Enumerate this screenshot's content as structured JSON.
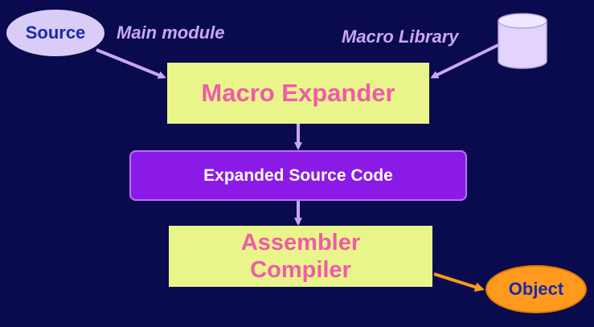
{
  "nodes": {
    "source": "Source",
    "macro_library_label": "Macro Library",
    "main_module_label": "Main module",
    "macro_expander": "Macro Expander",
    "expanded_source_code": "Expanded Source Code",
    "assembler_line1": "Assembler",
    "assembler_line2": "Compiler",
    "object": "Object"
  },
  "colors": {
    "background": "#0a0a4e",
    "arrow": "#caa6f4",
    "object_arrow": "#ff9a1e",
    "yellow_box": "#e9f58a",
    "pink_text": "#f25aa9",
    "purple_box": "#8c1ae6",
    "source_ellipse": "#d9ccf6",
    "database": "#e2d4fa"
  },
  "icons": {
    "library": "database-cylinder-icon"
  }
}
